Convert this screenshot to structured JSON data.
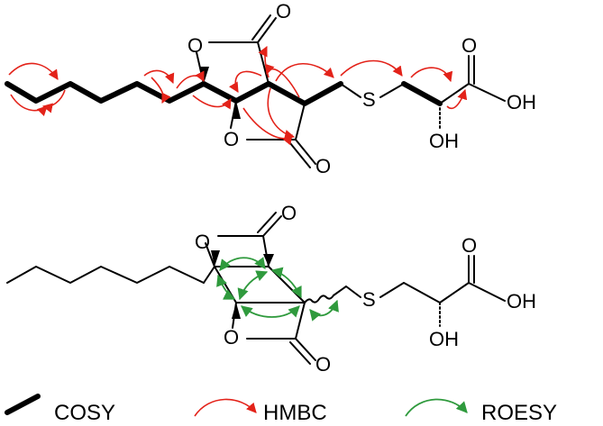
{
  "top_structure": {
    "atoms": {
      "o_ring_top": "O",
      "o_carbonyl_top": "O",
      "o_ring_bottom": "O",
      "o_carbonyl_bottom": "O",
      "sulfur": "S",
      "acid_oh": "OH",
      "acid_carbonyl_o": "O",
      "alpha_oh": "OH"
    }
  },
  "bottom_structure": {
    "atoms": {
      "o_ring_top": "O",
      "o_carbonyl_top": "O",
      "o_ring_bottom": "O",
      "o_carbonyl_bottom": "O",
      "sulfur": "S",
      "acid_oh": "OH",
      "acid_carbonyl_o": "O",
      "alpha_oh": "OH"
    }
  },
  "legend": {
    "cosy": "COSY",
    "hmbc": "HMBC",
    "roesy": "ROESY"
  },
  "colors": {
    "hmbc": "#e32219",
    "roesy": "#2f9a3d",
    "bond": "#000000"
  }
}
